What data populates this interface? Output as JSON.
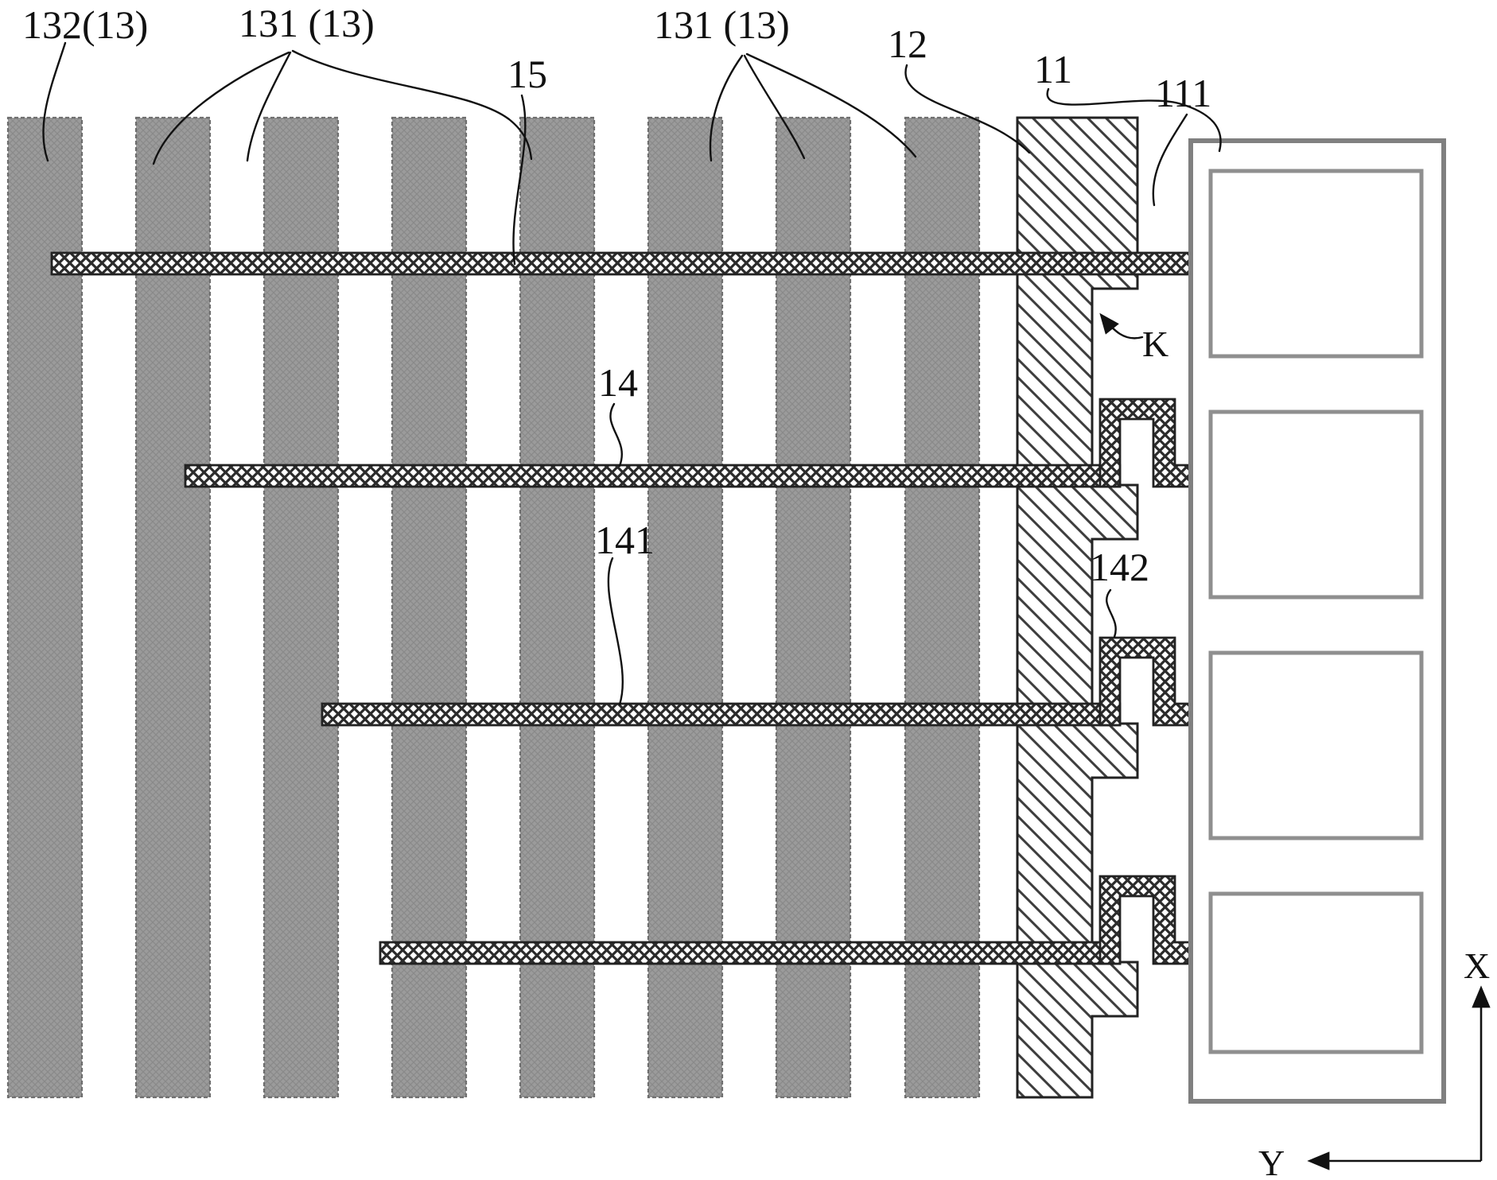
{
  "labels": {
    "l132": "132(13)",
    "l131a": "131 (13)",
    "l15": "15",
    "l131b": "131 (13)",
    "l12": "12",
    "l11": "11",
    "l111": "111",
    "l14": "14",
    "l141": "141",
    "l142": "142",
    "lk": "K",
    "axis_x": "X",
    "axis_y": "Y"
  },
  "colors": {
    "background": "#ffffff",
    "bar_fill": "#9b9b9b",
    "bar_texture": "#8a8a8a",
    "bar_border": "#6e6e6e",
    "hatch_line": "#3d3d3d",
    "lattice_line": "#2b2b2b",
    "outline": "#222222",
    "panel_border": "#808080",
    "pad_border": "#8f8f8f",
    "leader": "#111111"
  },
  "structure": {
    "gray_bar_count": 8,
    "horizontal_trace_count": 4,
    "connector_count": 3,
    "pad_count": 4
  }
}
